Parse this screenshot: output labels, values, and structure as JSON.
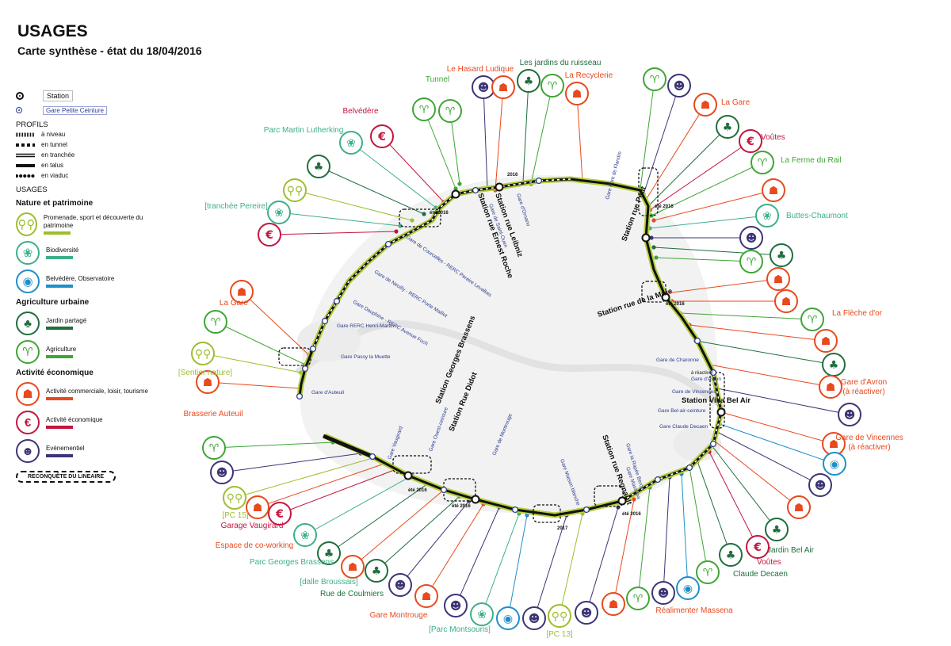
{
  "header": {
    "title": "USAGES",
    "subtitle": "Carte synthèse - état du 18/04/2016"
  },
  "legend": {
    "station": "Station",
    "gare_pc": "Gare Petite Ceinture",
    "profils_title": "PROFILS",
    "profils": [
      "à niveau",
      "en tunnel",
      "en tranchée",
      "en talus",
      "en viaduc"
    ],
    "usages_title": "USAGES",
    "groups": [
      {
        "title": "Nature et patrimoine",
        "items": [
          {
            "icon": "walking-people-icon",
            "color": "#9bbf2e",
            "text": "Promenade, sport et découverte du patrimoine"
          },
          {
            "icon": "plant-sprout-icon",
            "color": "#3daf8a",
            "text": "Biodiversité"
          },
          {
            "icon": "eye-icon",
            "color": "#1f8fc9",
            "text": "Belvédère, Observatoire"
          }
        ]
      },
      {
        "title": "Agriculture urbaine",
        "items": [
          {
            "icon": "gardener-icon",
            "color": "#1f6e3d",
            "text": "Jardin partagé"
          },
          {
            "icon": "goat-icon",
            "color": "#3fa535",
            "text": "Agriculture"
          }
        ]
      },
      {
        "title": "Activité économique",
        "items": [
          {
            "icon": "shop-people-icon",
            "color": "#e8491d",
            "text": "Activité commerciale, loisir, tourisme"
          },
          {
            "icon": "euro-icon",
            "color": "#c4153f",
            "text": "Activité économique"
          },
          {
            "icon": "crowd-icon",
            "color": "#3c3575",
            "text": "Evénementiel"
          }
        ]
      }
    ],
    "reconquete": "RECONQUÊTE DU LINEAIRE"
  },
  "colors": {
    "nature": "#9bbf2e",
    "biodiv": "#3daf8a",
    "belvedere": "#1f8fc9",
    "jardin": "#1f6e3d",
    "agri": "#3fa535",
    "commerce": "#e8491d",
    "eco": "#c4153f",
    "event": "#3c3575",
    "track": "#111111",
    "promenade": "#b5cf3a"
  },
  "map": {
    "stations": [
      "Station rue Ernest Roche",
      "Station rue Leibniz",
      "Station rue Petit",
      "Station rue de la Mare",
      "Station Villa Bel Air",
      "Station rue Regnault",
      "Station Rue Didot",
      "Station Georges Brassens"
    ],
    "gares": [
      "Gare de Saint-Ouen",
      "Gare d'Ornano",
      "Gare Pont de Flandre",
      "Gare de Courcelles - RERC Pereire Levallois",
      "Gare de Neuilly - RERC Porte Maillot",
      "Gare Dauphine - RERC Avenue Foch",
      "Gare RERC Henri-Martin",
      "Gare Passy la Muette",
      "Gare d'Auteuil",
      "Gare de Charonne",
      "Gare d'Avron",
      "Gare de Vincennes",
      "Gare Bel-air-ceinture",
      "Gare Claude Decaen",
      "Gare la Rapée Bercy",
      "Gare Masséna",
      "Gare Maison blanche",
      "Gare de Montrouge",
      "Gare Ouest-ceinture",
      "Gare Vaugirard"
    ],
    "dates": [
      "été 2016",
      "2016",
      "été 2016",
      "été 2016",
      "2017",
      "été 2016",
      "été 2016",
      "été 2016"
    ],
    "extra": "à réactiver"
  },
  "places": [
    {
      "label": "Le Hasard Ludique",
      "color": "#e8491d"
    },
    {
      "label": "Les jardins du ruisseau",
      "color": "#1f6e3d"
    },
    {
      "label": "La Recyclerie",
      "color": "#e8491d"
    },
    {
      "label": "Tunnel",
      "color": "#3fa535"
    },
    {
      "label": "Belvédère",
      "color": "#c4153f"
    },
    {
      "label": "Parc Martin Lutherking",
      "color": "#3daf8a"
    },
    {
      "label": "[tranchée Pereire]",
      "color": "#3daf8a"
    },
    {
      "label": "La Gare",
      "color": "#e8491d"
    },
    {
      "label": "Voûtes",
      "color": "#c4153f"
    },
    {
      "label": "La Ferme du Rail",
      "color": "#3fa535"
    },
    {
      "label": "Buttes-Chaumont",
      "color": "#3daf8a"
    },
    {
      "label": "La Flèche d'or",
      "color": "#e8491d"
    },
    {
      "label": "Gare d'Avron\n(à réactiver)",
      "color": "#e8491d"
    },
    {
      "label": "Gare de Vincennes\n(à réactiver)",
      "color": "#e8491d"
    },
    {
      "label": "Jardin Bel Air",
      "color": "#1f6e3d"
    },
    {
      "label": "Voûtes",
      "color": "#c4153f"
    },
    {
      "label": "Claude Decaen",
      "color": "#1f6e3d"
    },
    {
      "label": "Réalimenter Massena",
      "color": "#e8491d"
    },
    {
      "label": "[PC 13]",
      "color": "#9bbf2e"
    },
    {
      "label": "[Parc Montsouris]",
      "color": "#3daf8a"
    },
    {
      "label": "Gare Montrouge",
      "color": "#e8491d"
    },
    {
      "label": "Rue de Coulmiers",
      "color": "#1f6e3d"
    },
    {
      "label": "[dalle Broussais]",
      "color": "#3daf8a"
    },
    {
      "label": "Parc Georges Brassens",
      "color": "#3daf8a"
    },
    {
      "label": "Espace de co-working",
      "color": "#e8491d"
    },
    {
      "label": "Garage Vaugirard",
      "color": "#c4153f"
    },
    {
      "label": "[PC 15]",
      "color": "#9bbf2e"
    },
    {
      "label": "La Gare",
      "color": "#e8491d"
    },
    {
      "label": "[Sentier nature]",
      "color": "#9bbf2e"
    },
    {
      "label": "Brasserie Auteuil",
      "color": "#e8491d"
    }
  ]
}
